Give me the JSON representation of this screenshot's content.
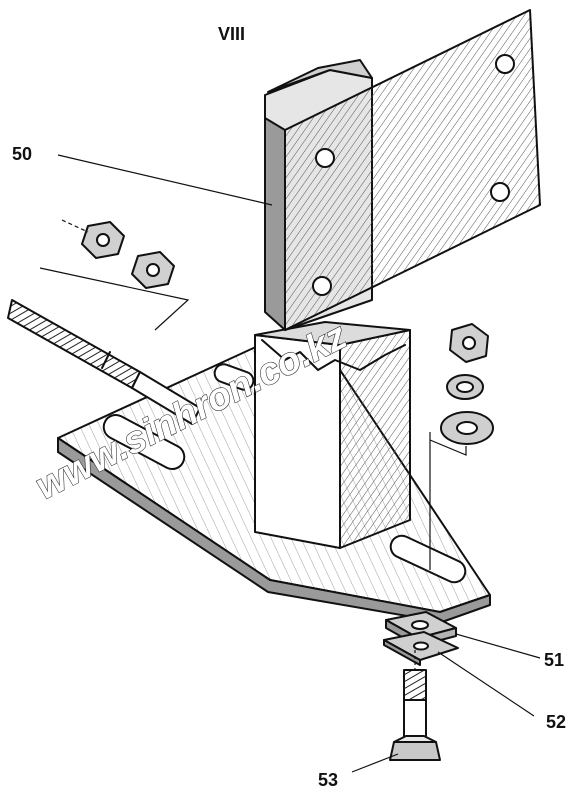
{
  "diagram": {
    "section_label": "VIII",
    "watermark": "www.sinhron.co.kz",
    "callouts": [
      {
        "id": "50",
        "label": "50",
        "part": "bracket-plate"
      },
      {
        "id": "51",
        "label": "51",
        "part": "square-nut"
      },
      {
        "id": "52",
        "label": "52",
        "part": "washer"
      },
      {
        "id": "53",
        "label": "53",
        "part": "bolt"
      }
    ]
  },
  "colors": {
    "ink": "#111111",
    "paper": "#ffffff",
    "shade": "#cfcfcf",
    "dark_shade": "#9a9a9a"
  }
}
